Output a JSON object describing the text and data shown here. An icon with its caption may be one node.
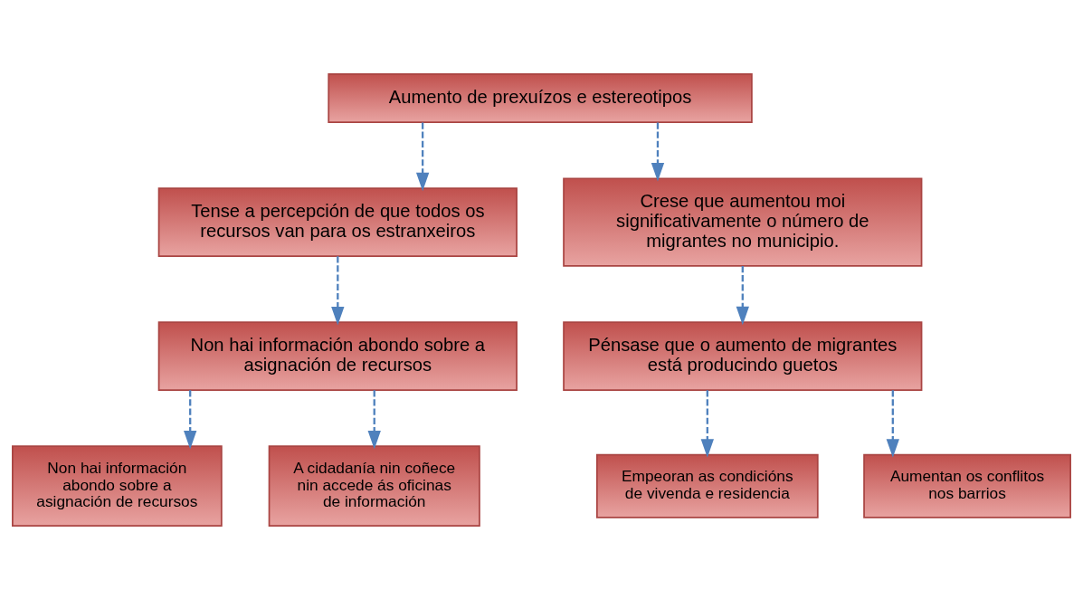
{
  "diagram": {
    "nodes": [
      {
        "text": [
          "Aumento de prexuízos e estereotipos"
        ]
      },
      {
        "text": [
          "Tense a percepción de que todos os recursos van para os estranxeiros"
        ]
      },
      {
        "text": [
          "Crese que aumentou moi significativamente o número de migrantes no municipio."
        ]
      },
      {
        "text": [
          "Non hai información abondo sobre a asignación de recursos"
        ]
      },
      {
        "text": [
          "Pénsase que o aumento de migrantes está producindo guetos"
        ]
      },
      {
        "text": [
          "Non hai información abondo sobre a asignación de recursos"
        ]
      },
      {
        "text": [
          "A cidadanía nin coñece nin accede ás oficinas de información"
        ]
      },
      {
        "text": [
          "Empeoran as condicións de vivenda e residencia"
        ]
      },
      {
        "text": [
          "Aumentan os conflitos nos barrios"
        ]
      }
    ],
    "edges": [
      {
        "from": 0,
        "to": 1,
        "arrow": "to",
        "style": "dashed"
      },
      {
        "from": 0,
        "to": 2,
        "arrow": "to",
        "style": "dashed"
      },
      {
        "from": 1,
        "to": 3,
        "arrow": "to",
        "style": "dashed"
      },
      {
        "from": 2,
        "to": 4,
        "arrow": "to",
        "style": "dashed"
      },
      {
        "from": 3,
        "to": 5,
        "arrow": "to",
        "style": "dashed"
      },
      {
        "from": 3,
        "to": 6,
        "arrow": "to",
        "style": "dashed"
      },
      {
        "from": 4,
        "to": 7,
        "arrow": "to",
        "style": "dashed"
      },
      {
        "from": 4,
        "to": 8,
        "arrow": "to",
        "style": "dashed"
      }
    ]
  }
}
